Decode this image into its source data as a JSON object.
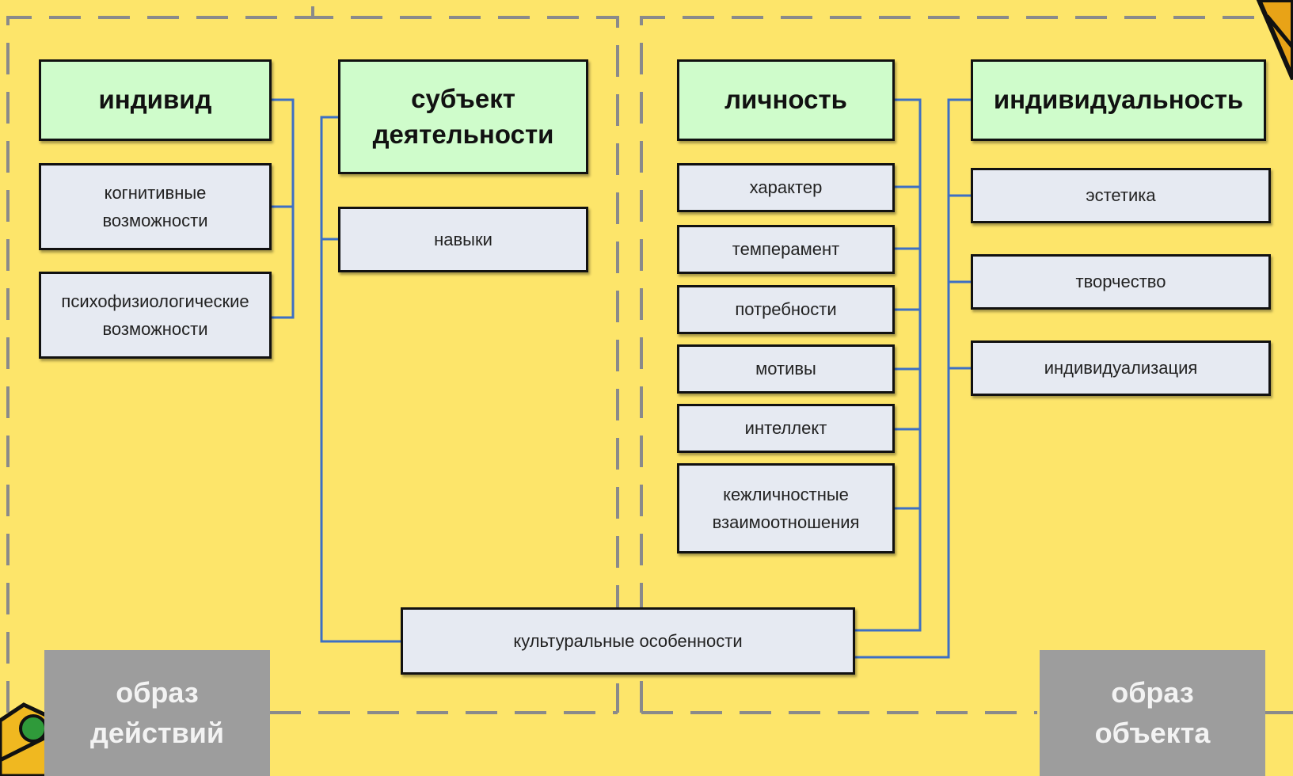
{
  "colors": {
    "background": "#fde56a",
    "header_fill": "#cffccb",
    "box_fill": "#e6eaf2",
    "connector": "#3d6fc4",
    "dashed_frame": "#8a8a8a",
    "footer_fill": "#9d9d9d"
  },
  "individ": {
    "title": "индивид",
    "items": [
      "когнитивные\nвозможности",
      "психофизиологические\nвозможности"
    ]
  },
  "subject": {
    "title": "субъект\nдеятельности",
    "items": [
      "навыки"
    ]
  },
  "lichnost": {
    "title": "личность",
    "items": [
      "характер",
      "темперамент",
      "потребности",
      "мотивы",
      "интеллект",
      "кежличностные\nвзаимоотношения"
    ]
  },
  "individualnost": {
    "title": "индивидуальность",
    "items": [
      "эстетика",
      "творчество",
      "индивидуализация"
    ]
  },
  "culture": {
    "label": "культуральные особенности"
  },
  "footer": {
    "left": "образ\nдействий",
    "right": "образ\nобъекта"
  }
}
